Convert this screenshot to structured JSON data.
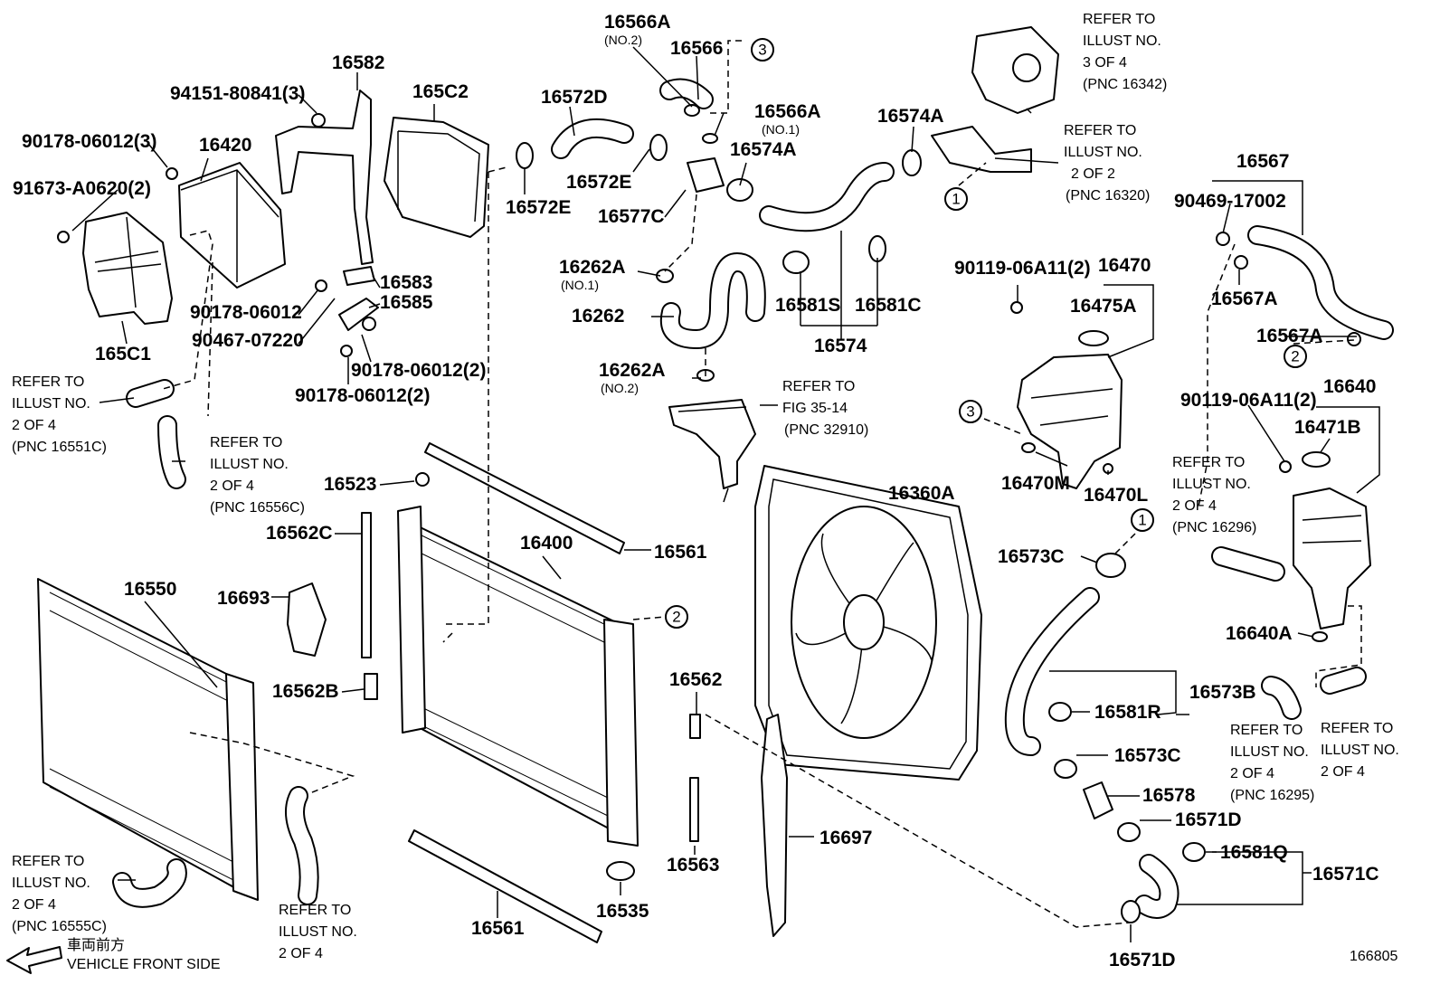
{
  "diagram_id": "166805",
  "direction": {
    "text_jp": "車両前方",
    "text_en": "VEHICLE FRONT SIDE"
  },
  "callouts": [
    "1",
    "2",
    "3"
  ],
  "refs": {
    "r_3of4": [
      "REFER TO",
      "ILLUST NO.",
      "3 OF 4",
      "(PNC 16342)"
    ],
    "r_2of2": [
      "REFER TO",
      "ILLUST NO.",
      "2 OF 2",
      "(PNC 16320)"
    ],
    "r_16551c": [
      "REFER TO",
      "ILLUST NO.",
      "2 OF 4",
      "(PNC 16551C)"
    ],
    "r_16556c": [
      "REFER TO",
      "ILLUST NO.",
      "2 OF 4",
      "(PNC 16556C)"
    ],
    "r_fig": [
      "REFER TO",
      "FIG 35-14",
      "(PNC 32910)"
    ],
    "r_16296": [
      "REFER TO",
      "ILLUST NO.",
      "2 OF 4",
      "(PNC 16296)"
    ],
    "r_16295": [
      "REFER TO",
      "ILLUST NO.",
      "2 OF 4",
      "(PNC 16295)"
    ],
    "r_2of4": [
      "REFER TO",
      "ILLUST NO.",
      "2 OF 4"
    ],
    "r_16555c": [
      "REFER TO",
      "ILLUST NO.",
      "2 OF 4",
      "(PNC 16555C)"
    ],
    "r_bottom": [
      "REFER TO",
      "ILLUST NO.",
      "2 OF 4"
    ]
  },
  "labels": {
    "p16566A_1": "16566A",
    "p16566A_1n": "(NO.2)",
    "p16566": "16566",
    "p16582": "16582",
    "p94151": "94151-80841(3)",
    "p165C2": "165C2",
    "p16572D": "16572D",
    "p16566A_2": "16566A",
    "p16566A_2n": "(NO.1)",
    "p16574A_1": "16574A",
    "p16574A_2": "16574A",
    "p90178_3": "90178-06012(3)",
    "p16420": "16420",
    "p91673": "91673-A0620(2)",
    "p16572E_1": "16572E",
    "p16572E_2": "16572E",
    "p16577C": "16577C",
    "p16567": "16567",
    "p90469": "90469-17002",
    "p16567A_1": "16567A",
    "p16567A_2": "16567A",
    "p90119_1": "90119-06A11(2)",
    "p16470": "16470",
    "p16475A": "16475A",
    "p16262A_1": "16262A",
    "p16262A_1n": "(NO.1)",
    "p16262": "16262",
    "p16581S": "16581S",
    "p16581C": "16581C",
    "p16574": "16574",
    "p16583": "16583",
    "p16585": "16585",
    "p90178_a": "90178-06012",
    "p90467": "90467-07220",
    "p90178_2a": "90178-06012(2)",
    "p90178_2b": "90178-06012(2)",
    "p165C1": "165C1",
    "p16262A_2": "16262A",
    "p16262A_2n": "(NO.2)",
    "p90119_2": "90119-06A11(2)",
    "p16640": "16640",
    "p16471B": "16471B",
    "p16470M": "16470M",
    "p16470L": "16470L",
    "p16523": "16523",
    "p16360A": "16360A",
    "p16562C": "16562C",
    "p16400": "16400",
    "p16561_1": "16561",
    "p16573C_1": "16573C",
    "p16550": "16550",
    "p16693": "16693",
    "p16640A": "16640A",
    "p16562B": "16562B",
    "p16562": "16562",
    "p16573B": "16573B",
    "p16581R": "16581R",
    "p16573C_2": "16573C",
    "p16578": "16578",
    "p16571D_1": "16571D",
    "p16697": "16697",
    "p16563": "16563",
    "p16581Q": "16581Q",
    "p16571C": "16571C",
    "p16535": "16535",
    "p16561_2": "16561",
    "p16571D_2": "16571D"
  }
}
